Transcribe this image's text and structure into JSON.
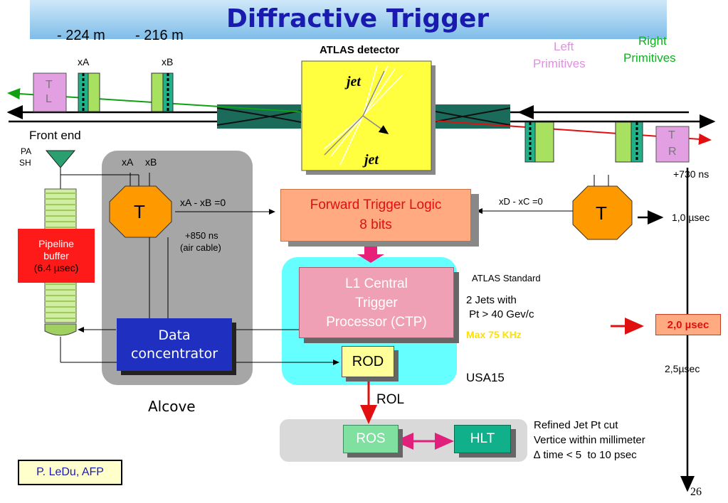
{
  "title": "Diffractive Trigger",
  "positions": {
    "m224": "- 224 m",
    "m216": "- 216 m"
  },
  "stations": {
    "xA": "xA",
    "xB": "xB",
    "tl_t": "T",
    "tl_l": "L",
    "tr_t": "T",
    "tr_r": "R"
  },
  "detector": {
    "label": "ATLAS detector",
    "jet_top": "jet",
    "jet_bottom": "jet"
  },
  "primitives": {
    "left": [
      "Left",
      "Primitives"
    ],
    "right": [
      "Right",
      "Primitives"
    ]
  },
  "front_end": {
    "label": "Front end",
    "pa": "PA",
    "sh": "SH"
  },
  "pipeline": {
    "lines": [
      "Pipeline",
      "buffer",
      "(6.4 µsec)"
    ]
  },
  "alcove": {
    "xA": "xA",
    "xB": "xB",
    "trigger_left": "T",
    "xA_xB": "xA - xB =0",
    "delay1": "+850 ns",
    "delay2": "(air cable)",
    "label": "Alcove"
  },
  "data_concentrator": [
    "Data",
    "concentrator"
  ],
  "ftl": {
    "line1": "Forward Trigger Logic",
    "line2": "8 bits"
  },
  "xd_xc": "xD - xC =0",
  "trigger_right": "T",
  "ctp": [
    "L1 Central",
    "Trigger",
    "Processor (CTP)"
  ],
  "rod": "ROD",
  "usa15": "USA15",
  "rol": "ROL",
  "ros": "ROS",
  "hlt": "HLT",
  "atlas_standard": {
    "title": "ATLAS Standard",
    "line1": "2 Jets with",
    "line2": " Pt > 40 Gev/c",
    "max": "Max 75 KHz"
  },
  "timeline": {
    "t730": "+730 ns",
    "t1": "1,0 µsec",
    "t2": "2,0 µsec",
    "t25": "2,5µsec"
  },
  "refined": [
    "Refined Jet Pt cut",
    "Vertice within millimeter",
    "∆ time < 5  to 10 psec"
  ],
  "author": "P. LeDu, AFP",
  "page_number": "26",
  "colors": {
    "accent_blue": "#1a1ab0",
    "alcove_gray": "#a6a6a6",
    "ftl_orange": "#ffaa80",
    "ctp_pink": "#f0a0b4",
    "cyan": "#66ffff",
    "rod_yellow": "#ffff99",
    "red": "#ff1a1a"
  }
}
